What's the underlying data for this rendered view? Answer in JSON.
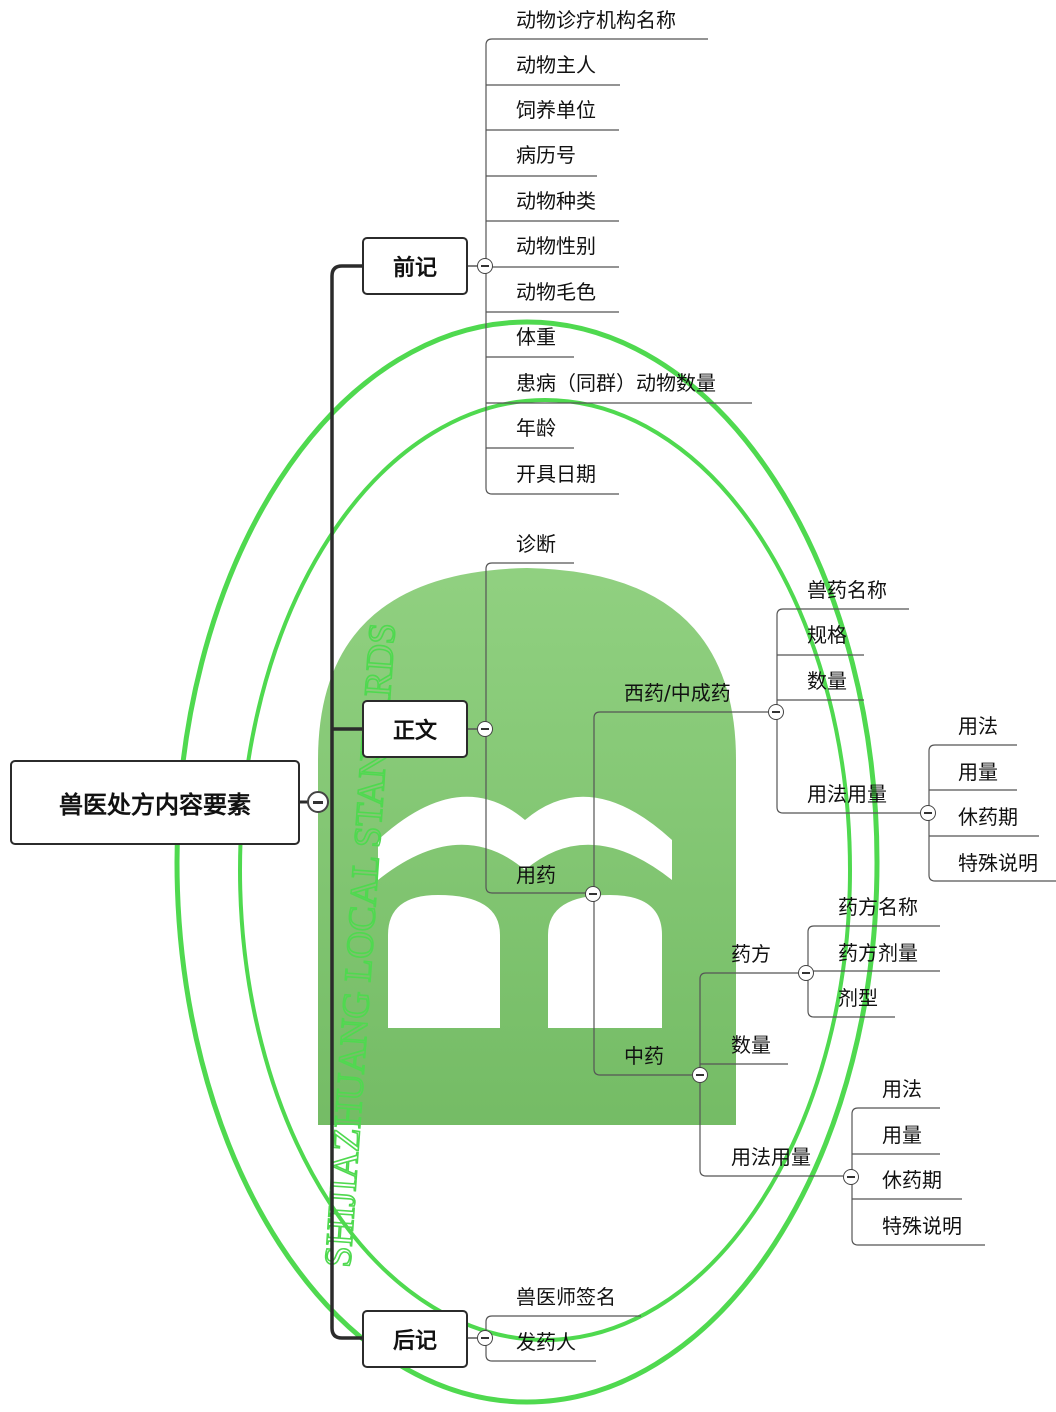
{
  "root": "兽医处方内容要素",
  "watermark": {
    "text": "SHIJIAZHUANG LOCAL STANDARDS",
    "color": "#4fd94f"
  },
  "qianji": {
    "label": "前记",
    "items": [
      "动物诊疗机构名称",
      "动物主人",
      "饲养单位",
      "病历号",
      "动物种类",
      "动物性别",
      "动物毛色",
      "体重",
      "患病（同群）动物数量",
      "年龄",
      "开具日期"
    ]
  },
  "zhengwen": {
    "label": "正文",
    "diagnosis": "诊断",
    "medication": "用药",
    "western": {
      "label": "西药/中成药",
      "items": [
        "兽药名称",
        "规格",
        "数量"
      ],
      "usage": {
        "label": "用法用量",
        "items": [
          "用法",
          "用量",
          "休药期",
          "特殊说明"
        ]
      }
    },
    "chinese": {
      "label": "中药",
      "formula": {
        "label": "药方",
        "items": [
          "药方名称",
          "药方剂量",
          "剂型"
        ]
      },
      "quantity": "数量",
      "usage": {
        "label": "用法用量",
        "items": [
          "用法",
          "用量",
          "休药期",
          "特殊说明"
        ]
      }
    }
  },
  "houji": {
    "label": "后记",
    "items": [
      "兽医师签名",
      "发药人"
    ]
  }
}
